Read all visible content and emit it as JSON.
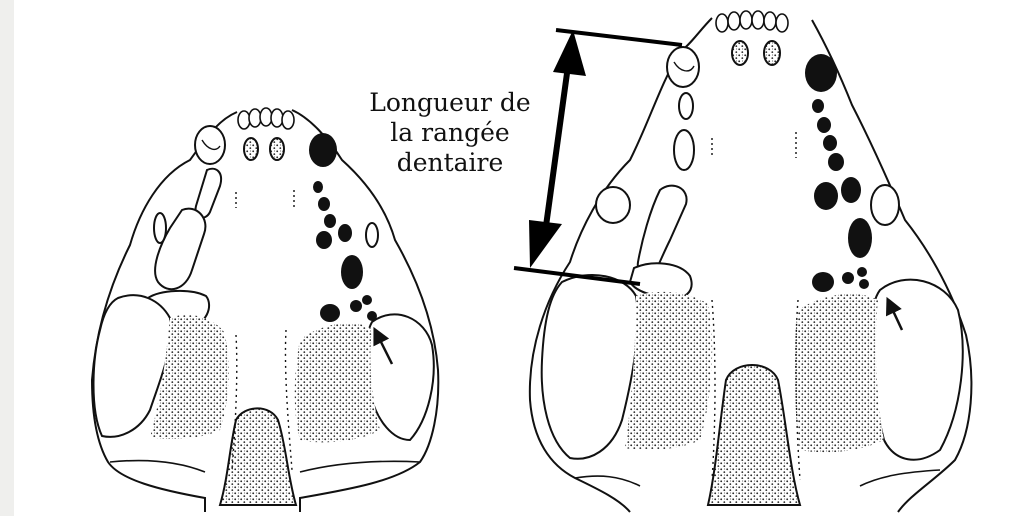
{
  "figure": {
    "label_lines": [
      "Longueur de",
      "la rangée",
      "dentaire"
    ]
  }
}
